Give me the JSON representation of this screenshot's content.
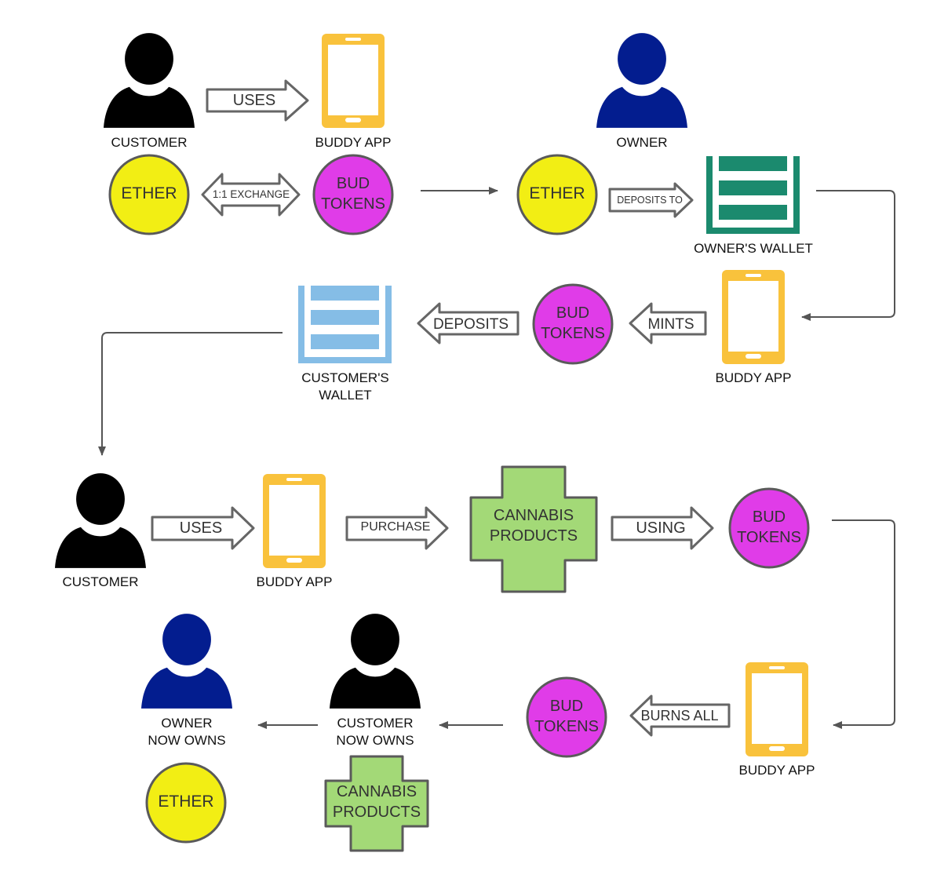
{
  "labels": {
    "customer": "CUSTOMER",
    "buddy_app": "BUDDY APP",
    "owner": "OWNER",
    "owners_wallet": "OWNER'S WALLET",
    "customers_wallet_line1": "CUSTOMER'S",
    "customers_wallet_line2": "WALLET",
    "customer_now_owns_line1": "CUSTOMER",
    "customer_now_owns_line2": "NOW OWNS",
    "owner_now_owns_line1": "OWNER",
    "owner_now_owns_line2": "NOW OWNS"
  },
  "tokens": {
    "ether": "ETHER",
    "bud_line1": "BUD",
    "bud_line2": "TOKENS",
    "cannabis_line1": "CANNABIS",
    "cannabis_line2": "PRODUCTS"
  },
  "arrows": {
    "uses": "USES",
    "exchange": "1:1 EXCHANGE",
    "deposits_to": "DEPOSITS TO",
    "mints": "MINTS",
    "deposits": "DEPOSITS",
    "purchase": "PURCHASE",
    "using": "USING",
    "burns_all": "BURNS ALL"
  },
  "colors": {
    "customer": "#000000",
    "owner": "#031d8f",
    "phone": "#f9c23c",
    "ether": "#f2ee14",
    "bud_tokens": "#e03ce8",
    "cannabis": "#a3d977",
    "owners_wallet": "#1b8a6e",
    "customers_wallet": "#85bde6",
    "connector": "#555555"
  }
}
